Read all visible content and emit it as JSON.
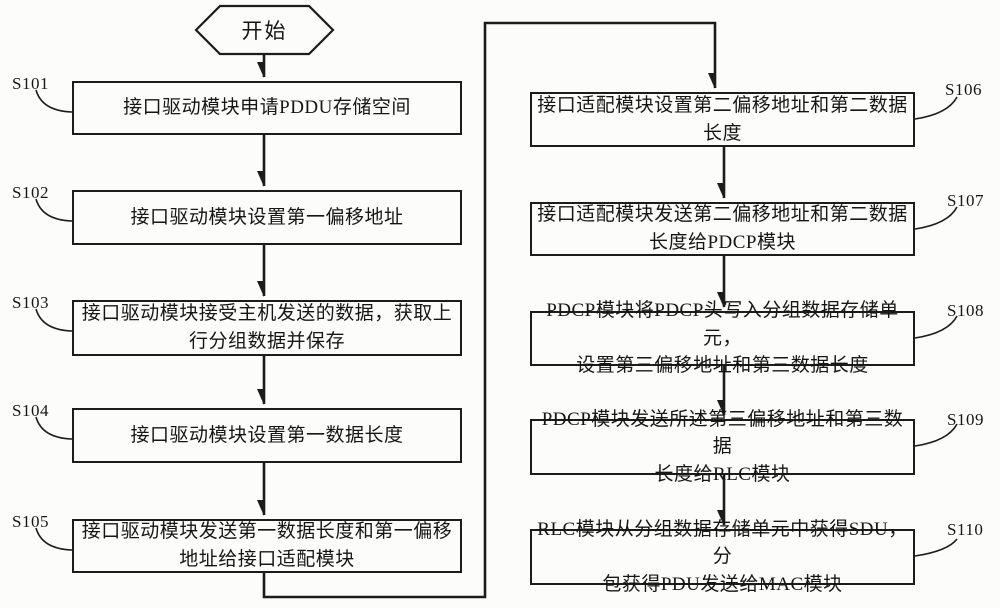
{
  "figure": {
    "background": "#fcfcfb",
    "ink": "#1c1c1c",
    "start": {
      "label": "开始"
    },
    "steps": [
      {
        "id": "S101",
        "side": "left",
        "text": "接口驱动模块申请PDDU存储空间"
      },
      {
        "id": "S102",
        "side": "left",
        "text": "接口驱动模块设置第一偏移地址"
      },
      {
        "id": "S103",
        "side": "left",
        "text": "接口驱动模块接受主机发送的数据，获取上\n行分组数据并保存"
      },
      {
        "id": "S104",
        "side": "left",
        "text": "接口驱动模块设置第一数据长度"
      },
      {
        "id": "S105",
        "side": "left",
        "text": "接口驱动模块发送第一数据长度和第一偏移\n地址给接口适配模块"
      },
      {
        "id": "S106",
        "side": "right",
        "text": "接口适配模块设置第二偏移地址和第二数据\n长度"
      },
      {
        "id": "S107",
        "side": "right",
        "text": "接口适配模块发送第二偏移地址和第二数据\n长度给PDCP模块"
      },
      {
        "id": "S108",
        "side": "right",
        "text": "PDCP模块将PDCP头写入分组数据存储单元，\n设置第三偏移地址和第三数据长度"
      },
      {
        "id": "S109",
        "side": "right",
        "text": "PDCP模块发送所述第三偏移地址和第三数据\n长度给RLC模块"
      },
      {
        "id": "S110",
        "side": "right",
        "text": "RLC模块从分组数据存储单元中获得SDU，分\n包获得PDU发送给MAC模块"
      }
    ]
  }
}
